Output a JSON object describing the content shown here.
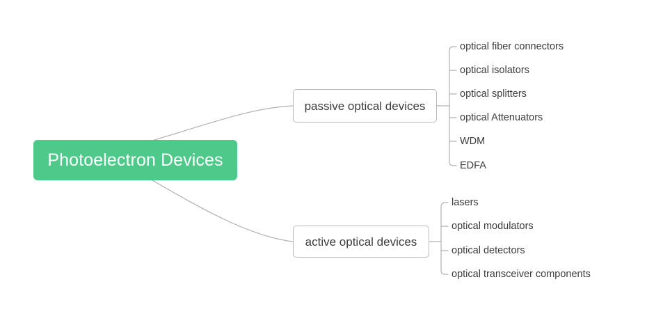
{
  "diagram": {
    "type": "mind-map",
    "background_color": "#ffffff",
    "root": {
      "label": "Photoelectron Devices",
      "fill_color": "#4ec98a",
      "text_color": "#ffffff"
    },
    "connector_color": "#b0b0b0",
    "node_border_color": "#b9b9b9",
    "node_text_color": "#3c3c3c",
    "branches": [
      {
        "id": "passive",
        "label": "passive optical devices",
        "children": [
          {
            "label": "optical fiber connectors"
          },
          {
            "label": "optical isolators"
          },
          {
            "label": "optical splitters"
          },
          {
            "label": "optical Attenuators"
          },
          {
            "label": "WDM"
          },
          {
            "label": "EDFA"
          }
        ]
      },
      {
        "id": "active",
        "label": "active optical devices",
        "children": [
          {
            "label": "lasers"
          },
          {
            "label": "optical modulators"
          },
          {
            "label": "optical detectors"
          },
          {
            "label": "optical transceiver components"
          }
        ]
      }
    ]
  }
}
